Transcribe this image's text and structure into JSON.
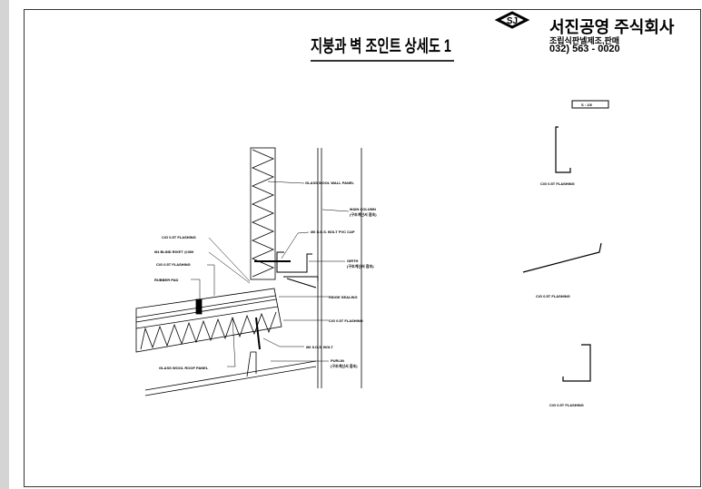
{
  "title": "지붕과 벽 조인트 상세도 1",
  "company": {
    "name": "서진공영 주식회사",
    "subtitle": "조립식판넬제조,판매",
    "phone": "032) 563 - 0020",
    "logo": "SJ"
  },
  "scale": "S : 1/5",
  "labels": {
    "wall_panel": "GLASS WOOL WALL PANEL",
    "main_column": "MAIN COLUMN",
    "main_column_note": "(구조계산서 참조)",
    "bolt_cap": "Ø6 S.D.S. BOLT PVC CAP",
    "flashing1": "C/G 0.5T FLASHING",
    "rivet": "Ø4 BLIND RIVET @300",
    "flashing2": "C/G 0.5T FLASHING",
    "rubber_pad": "RUBBER PAD",
    "girth": "GIRTH",
    "girth_note": "(구조계산서 참조)",
    "ridge": "RIDGE SEALING",
    "flashing3": "C/G 0.5T FLASHING",
    "bolt": "Ø6 S.D.S. BOLT",
    "purlin": "PURLIN",
    "purlin_note": "(구조계산서 참조)",
    "roof_panel": "GLASS WOOL ROOF PANEL"
  },
  "details": [
    "C/G 0.5T FLASHING",
    "C/G 0.5T FLASHING",
    "C/G 0.5T FLASHING"
  ]
}
